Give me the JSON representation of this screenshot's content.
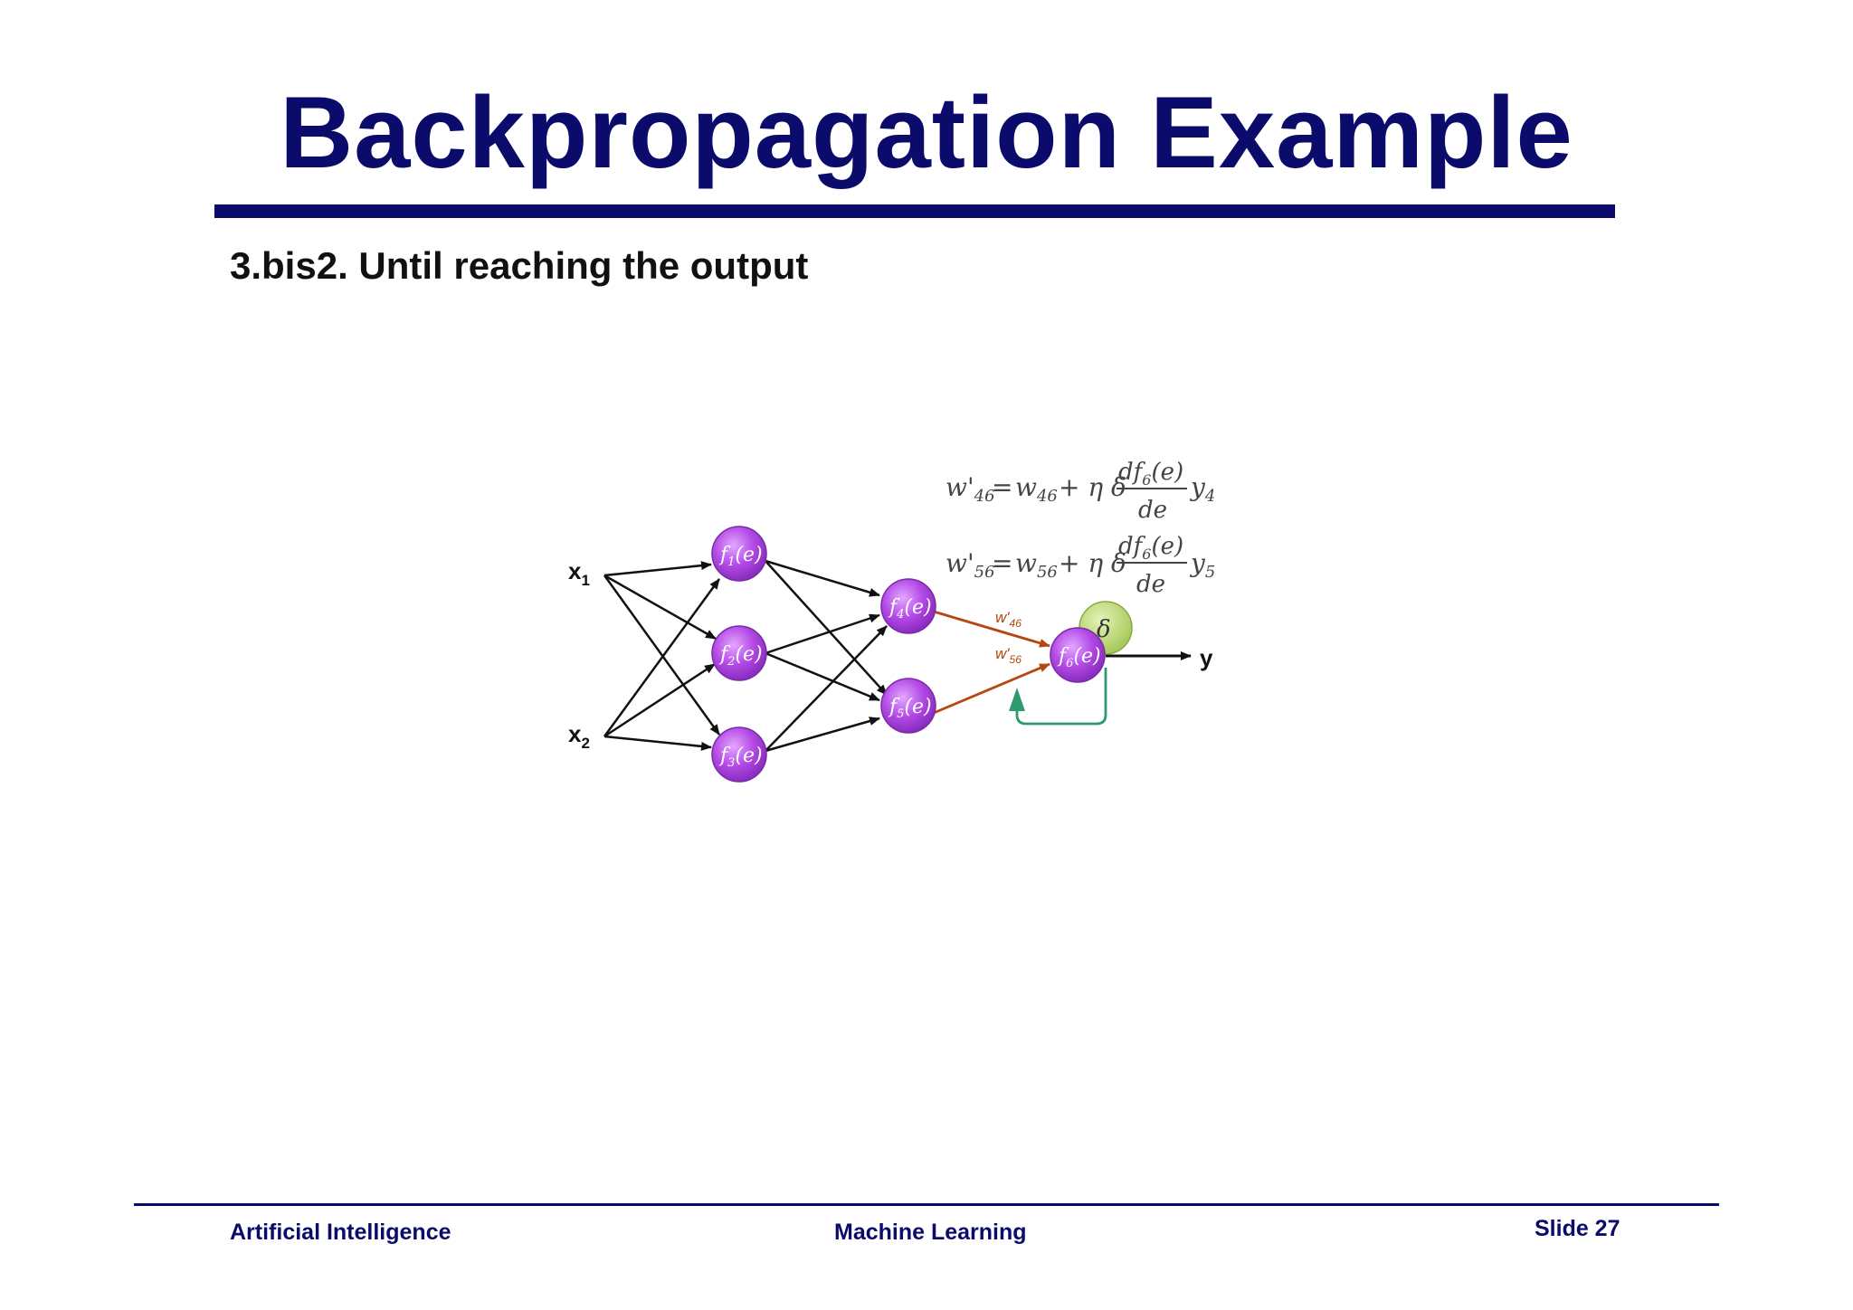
{
  "slide": {
    "title": "Backpropagation Example",
    "subtitle": "3.bis2. Until reaching the output",
    "footer_left": "Artificial Intelligence",
    "footer_center": "Machine Learning",
    "footer_right": "Slide 27"
  },
  "diagram": {
    "inputs": {
      "x1": "x",
      "x1_sub": "1",
      "x2": "x",
      "x2_sub": "2"
    },
    "output_label": "y",
    "nodes": [
      {
        "f": "f",
        "sub": "1",
        "e": "(e)"
      },
      {
        "f": "f",
        "sub": "2",
        "e": "(e)"
      },
      {
        "f": "f",
        "sub": "3",
        "e": "(e)"
      },
      {
        "f": "f",
        "sub": "4",
        "e": "(e)"
      },
      {
        "f": "f",
        "sub": "5",
        "e": "(e)"
      },
      {
        "f": "f",
        "sub": "6",
        "e": "(e)"
      }
    ],
    "delta_symbol": "δ",
    "edge_labels": [
      {
        "w": "w'",
        "sub": "46"
      },
      {
        "w": "w'",
        "sub": "56"
      }
    ],
    "equations": [
      {
        "lhs_w": "w'",
        "lhs_sub": "46",
        "eq": "=",
        "rhs_w": "w",
        "rhs_sub": "46",
        "plus": "+ η δ",
        "num": "df",
        "num_sub": "6",
        "num_e": "(e)",
        "den": "de",
        "tail": "y",
        "tail_sub": "4"
      },
      {
        "lhs_w": "w'",
        "lhs_sub": "56",
        "eq": "=",
        "rhs_w": "w",
        "rhs_sub": "56",
        "plus": "+ η δ",
        "num": "df",
        "num_sub": "6",
        "num_e": "(e)",
        "den": "de",
        "tail": "y",
        "tail_sub": "5"
      }
    ],
    "colors": {
      "node_fill": "#b44be6",
      "node_stroke": "#7a2aa8",
      "delta_fill": "#b6d36a",
      "edge_black": "#111111",
      "edge_updated": "#b5470f",
      "feedback": "#2e9a6e",
      "label_text": "#b5470f"
    }
  }
}
